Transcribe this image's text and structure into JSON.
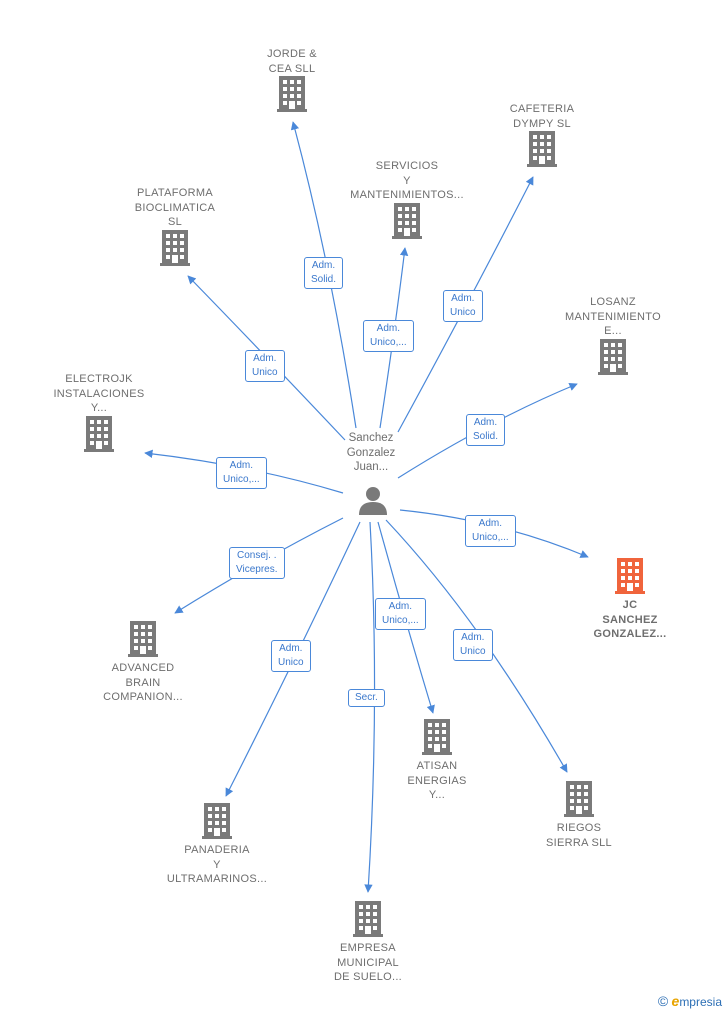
{
  "colors": {
    "edge": "#4a88d9",
    "company": "#7a7a7a",
    "highlight": "#f0643c",
    "person": "#7a7a7a"
  },
  "center": {
    "label": "Sanchez\nGonzalez\nJuan..."
  },
  "nodes": [
    {
      "id": "jorde",
      "label": "JORDE &\nCEA SLL"
    },
    {
      "id": "cafeteria",
      "label": "CAFETERIA\nDYMPY SL"
    },
    {
      "id": "servicios",
      "label": "SERVICIOS\nY\nMANTENIMIENTOS..."
    },
    {
      "id": "plataforma",
      "label": "PLATAFORMA\nBIOCLIMATICA\nSL"
    },
    {
      "id": "losanz",
      "label": "LOSANZ\nMANTENIMIENTO\nE..."
    },
    {
      "id": "electrojk",
      "label": "ELECTROJK\nINSTALACIONES\nY..."
    },
    {
      "id": "jc",
      "label": "JC\nSANCHEZ\nGONZALEZ...",
      "highlight": true
    },
    {
      "id": "advanced",
      "label": "ADVANCED\nBRAIN\nCOMPANION..."
    },
    {
      "id": "atisan",
      "label": "ATISAN\nENERGIAS\nY..."
    },
    {
      "id": "riegos",
      "label": "RIEGOS\nSIERRA SLL"
    },
    {
      "id": "panaderia",
      "label": "PANADERIA\nY\nULTRAMARINOS..."
    },
    {
      "id": "empresa",
      "label": "EMPRESA\nMUNICIPAL\nDE SUELO..."
    }
  ],
  "edges": [
    {
      "target": "jorde",
      "role": "Adm.\nSolid."
    },
    {
      "target": "cafeteria",
      "role": "Adm.\nUnico"
    },
    {
      "target": "servicios",
      "role": "Adm.\nUnico,..."
    },
    {
      "target": "plataforma",
      "role": "Adm.\nUnico"
    },
    {
      "target": "losanz",
      "role": "Adm.\nSolid."
    },
    {
      "target": "electrojk",
      "role": "Adm.\nUnico,..."
    },
    {
      "target": "jc",
      "role": "Adm.\nUnico,..."
    },
    {
      "target": "advanced",
      "role": "Consej. .\nVicepres."
    },
    {
      "target": "atisan",
      "role": "Adm.\nUnico,..."
    },
    {
      "target": "riegos",
      "role": "Adm.\nUnico"
    },
    {
      "target": "panaderia",
      "role": "Adm.\nUnico"
    },
    {
      "target": "empresa",
      "role": "Secr."
    }
  ],
  "footer": {
    "copyright": "©",
    "brand_e": "e",
    "brand_rest": "mpresia"
  }
}
